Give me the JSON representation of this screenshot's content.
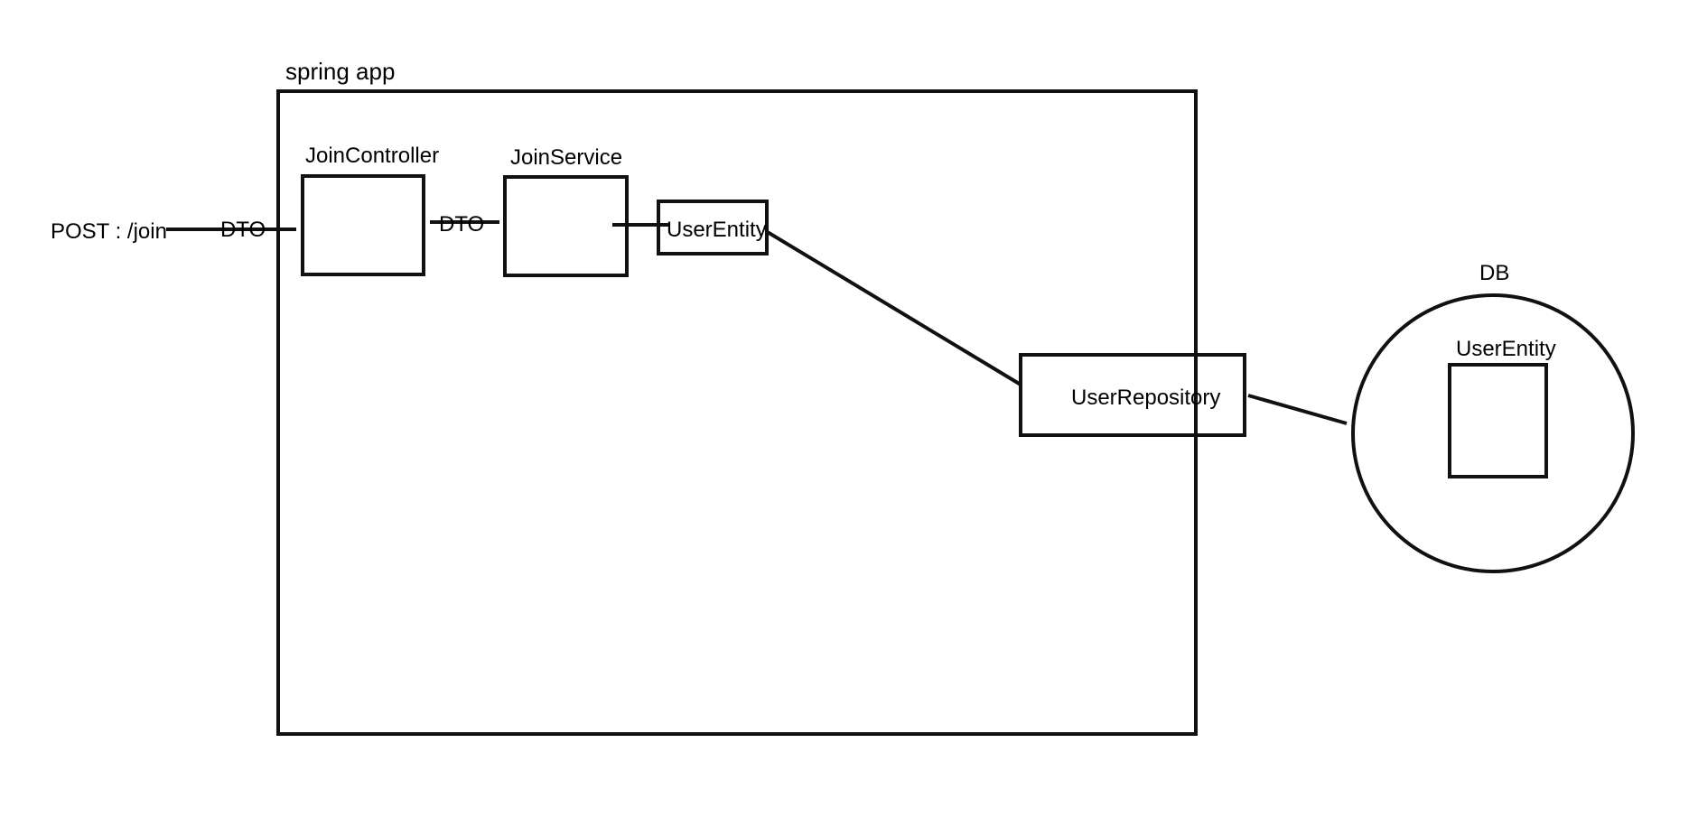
{
  "diagram": {
    "app_label": "spring app",
    "request_label": "POST : /join",
    "dto_label_1": "DTO",
    "dto_label_2": "DTO",
    "controller_label": "JoinController",
    "service_label": "JoinService",
    "entity_label": "UserEntity",
    "repository_label": "UserRepository",
    "db_label": "DB",
    "db_entity_label": "UserEntity",
    "stroke_color": "#111111"
  }
}
